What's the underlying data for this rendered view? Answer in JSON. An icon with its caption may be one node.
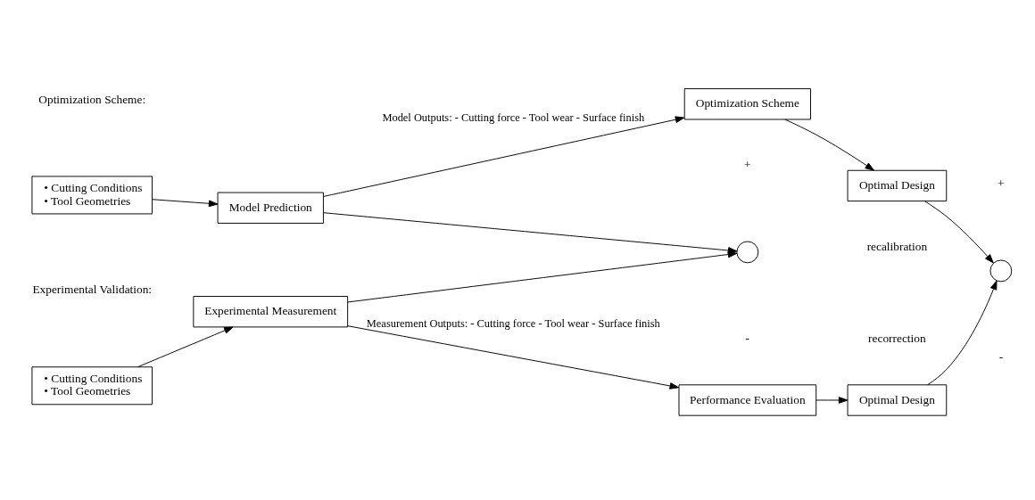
{
  "diagram": {
    "nodes": [
      {
        "text": [
          "• Cutting Conditions",
          "• Tool Geometries"
        ]
      },
      {
        "text": [
          "Model Prediction"
        ]
      },
      {
        "text": [
          "Optimization Scheme"
        ]
      },
      {
        "text": [
          "Optimal Design"
        ]
      },
      {
        "text": [],
        "shape": "circle"
      },
      {
        "text": [],
        "shape": "circle"
      },
      {
        "text": [
          "• Cutting Conditions",
          "• Tool Geometries"
        ]
      },
      {
        "text": [
          "Experimental Measurement"
        ]
      },
      {
        "text": [
          "Performance Evaluation"
        ]
      },
      {
        "text": [
          "Optimal Design"
        ]
      }
    ],
    "edges": [
      {
        "from": 0,
        "to": 1,
        "arrow": "to"
      },
      {
        "from": 1,
        "to": 2,
        "arrow": "to",
        "label": "Model Outputs: - Cutting force - Tool wear - Surface finish"
      },
      {
        "from": 2,
        "to": 3,
        "arrow": "to"
      },
      {
        "from": 1,
        "to": 4,
        "arrow": "to"
      },
      {
        "from": 3,
        "to": 5,
        "arrow": "to"
      },
      {
        "from": 6,
        "to": 7,
        "arrow": "to"
      },
      {
        "from": 7,
        "to": 8,
        "arrow": "to",
        "label": "Measurement Outputs: - Cutting force - Tool wear - Surface finish"
      },
      {
        "from": 8,
        "to": 9,
        "arrow": "to"
      },
      {
        "from": 7,
        "to": 4,
        "arrow": "to"
      },
      {
        "from": 9,
        "to": 5,
        "arrow": "to"
      }
    ],
    "labels": [
      "Optimization Scheme:",
      "+",
      "recalibration",
      "recorrection",
      "+",
      "-",
      "-",
      "Experimental Validation:"
    ]
  }
}
